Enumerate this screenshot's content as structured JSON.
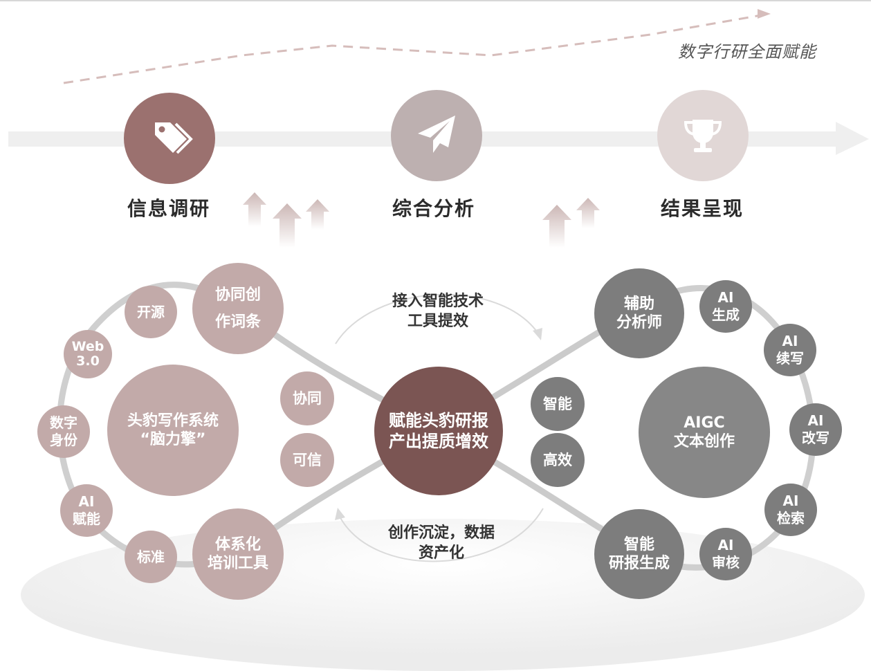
{
  "slogan": "数字行研全面赋能",
  "stages": [
    {
      "label": "信息调研",
      "icon": "tag-icon",
      "color": "#9b716f"
    },
    {
      "label": "综合分析",
      "icon": "paper-plane-icon",
      "color": "#bdb0b0"
    },
    {
      "label": "结果呈现",
      "icon": "trophy-icon",
      "color": "#e1d7d6"
    }
  ],
  "center": {
    "line1": "赋能头豹研报",
    "line2": "产出提质增效",
    "color": "#7b5553"
  },
  "arc_top": {
    "line1": "接入智能技术",
    "line2": "工具提效"
  },
  "arc_bottom": {
    "line1": "创作沉淀，数据",
    "line2": "资产化"
  },
  "left_loop": {
    "core": {
      "line1": "头豹写作系统",
      "line2": "“脑力擎”"
    },
    "nodes": {
      "kaiyuan": "开源",
      "xietong_chuang": {
        "line1": "协同创",
        "line2": "作词条"
      },
      "web3": {
        "line1": "Web",
        "line2": "3.0"
      },
      "shuzi_shenfen": {
        "line1": "数字",
        "line2": "身份"
      },
      "ai_funeng": {
        "line1": "AI",
        "line2": "赋能"
      },
      "biaozhun": "标准",
      "tixi_peixun": {
        "line1": "体系化",
        "line2": "培训工具"
      }
    },
    "badges": {
      "xietong": "协同",
      "kexin": "可信"
    },
    "color": "#c2aaa9"
  },
  "right_loop": {
    "core": {
      "line1": "AIGC",
      "line2": "文本创作"
    },
    "nodes": {
      "fuzhu": {
        "line1": "辅助",
        "line2": "分析师"
      },
      "ai_shengcheng": {
        "line1": "AI",
        "line2": "生成"
      },
      "ai_xuxie": {
        "line1": "AI",
        "line2": "续写"
      },
      "ai_gaixie": {
        "line1": "AI",
        "line2": "改写"
      },
      "ai_jiansuo": {
        "line1": "AI",
        "line2": "检索"
      },
      "ai_shenhe": {
        "line1": "AI",
        "line2": "审核"
      },
      "zhineng_yanbao": {
        "line1": "智能",
        "line2": "研报生成"
      }
    },
    "badges": {
      "zhineng": "智能",
      "gaoxiao": "高效"
    },
    "color": "#7d7d7d"
  }
}
